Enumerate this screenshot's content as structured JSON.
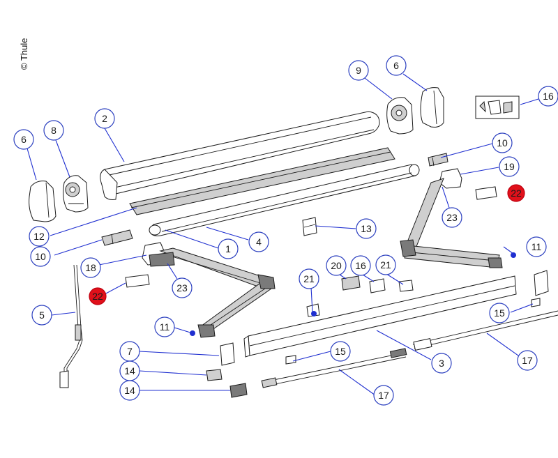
{
  "copyright": "© Thule",
  "callouts": [
    {
      "label": "1"
    },
    {
      "label": "2"
    },
    {
      "label": "3"
    },
    {
      "label": "4"
    },
    {
      "label": "5"
    },
    {
      "label": "6"
    },
    {
      "label": "6"
    },
    {
      "label": "7"
    },
    {
      "label": "8"
    },
    {
      "label": "9"
    },
    {
      "label": "10"
    },
    {
      "label": "10"
    },
    {
      "label": "11"
    },
    {
      "label": "11"
    },
    {
      "label": "12"
    },
    {
      "label": "13"
    },
    {
      "label": "14"
    },
    {
      "label": "14"
    },
    {
      "label": "15"
    },
    {
      "label": "15"
    },
    {
      "label": "16"
    },
    {
      "label": "16"
    },
    {
      "label": "17"
    },
    {
      "label": "17"
    },
    {
      "label": "18"
    },
    {
      "label": "19"
    },
    {
      "label": "20"
    },
    {
      "label": "21"
    },
    {
      "label": "21"
    },
    {
      "label": "22"
    },
    {
      "label": "22"
    },
    {
      "label": "23"
    },
    {
      "label": "23"
    }
  ]
}
